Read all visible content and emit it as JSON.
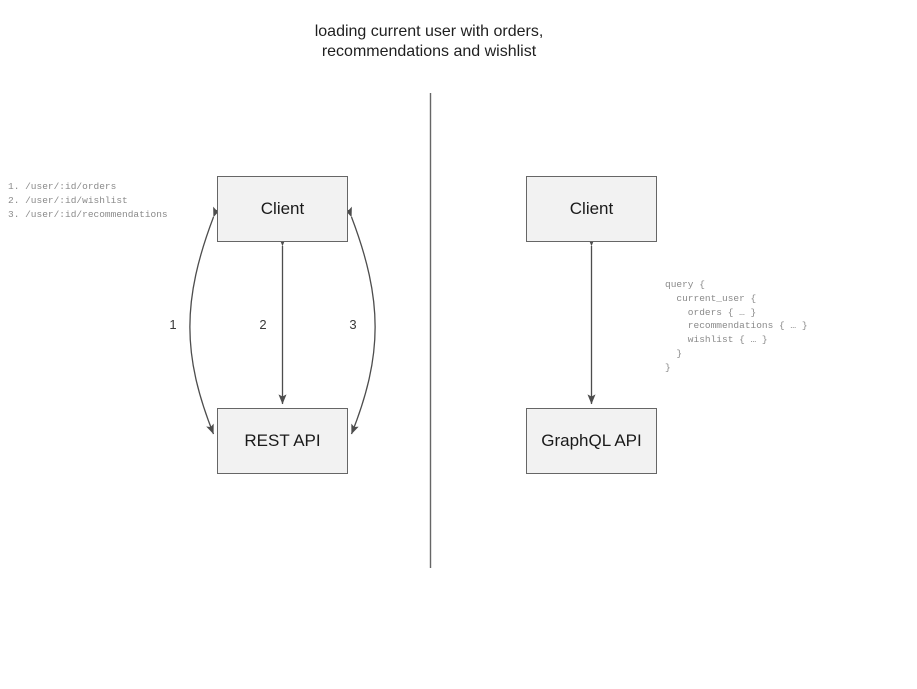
{
  "title": "loading current user with orders,\nrecommendations and wishlist",
  "rest_side": {
    "client_label": "Client",
    "api_label": "REST API",
    "endpoints_code": "1. /user/:id/orders\n2. /user/:id/wishlist\n3. /user/:id/recommendations",
    "edge_labels": [
      "1",
      "2",
      "3"
    ]
  },
  "graphql_side": {
    "client_label": "Client",
    "api_label": "GraphQL API",
    "query_code": "query {\n  current_user {\n    orders { … }\n    recommendations { … }\n    wishlist { … }\n  }\n}"
  },
  "colors": {
    "box_fill": "#f2f2f2",
    "box_border": "#666666",
    "arrow": "#4d4d4d",
    "divider": "#666666",
    "code_text": "#8a8a8a",
    "title_text": "#1f1f1f"
  }
}
